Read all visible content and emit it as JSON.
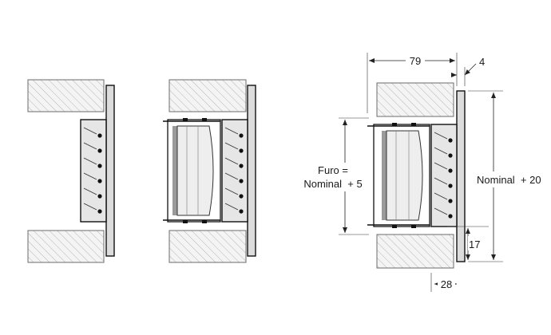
{
  "diagram": {
    "dimensions": {
      "depth": "79",
      "plate_thickness": "4",
      "hole_label_line1": "Furo =",
      "hole_label_line2": "Nominal  + 5",
      "nominal_label": "Nominal  + 20",
      "flange_height": "17",
      "flange_width": "28"
    }
  }
}
